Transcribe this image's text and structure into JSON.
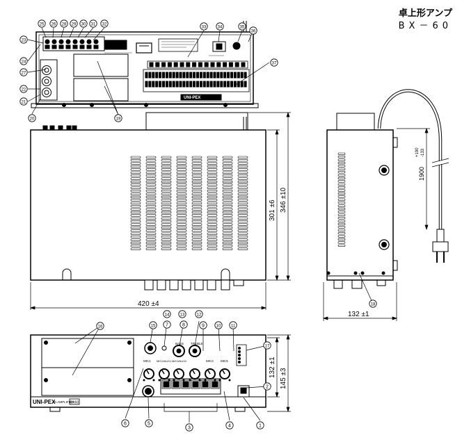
{
  "title": {
    "line1": "卓上形アンプ",
    "line2": "BX－60"
  },
  "dimensions": {
    "front_width": "420 ±4",
    "depth_301": "301 ±6",
    "depth_346": "346 ±10",
    "side_width": "132 ±1",
    "cord_length": "1900",
    "cord_tol_plus": "+190",
    "cord_tol_minus": "-133",
    "front_h_132": "132 ±1",
    "front_h_145": "145 ±3"
  },
  "front_panel": {
    "brand": "UNI-PEX",
    "model_text": "PA AMPLIFIER",
    "model_box": "BX60",
    "knob_labels": [
      "MIC1",
      "MIC2/AUX1",
      "MIC3/AUX2",
      "BASS",
      "TREBLE",
      "MIC4",
      "MIC5"
    ]
  },
  "rear_panel": {
    "badge": "UNI-PEX"
  },
  "callouts": [
    "1",
    "2",
    "3",
    "4",
    "5",
    "6",
    "7",
    "8",
    "9",
    "10",
    "11",
    "12",
    "13",
    "14",
    "15",
    "16",
    "17",
    "18",
    "19",
    "20",
    "21",
    "22",
    "23",
    "24",
    "25",
    "26",
    "27",
    "28",
    "29",
    "30",
    "31",
    "32",
    "33",
    "34",
    "35",
    "36",
    "37"
  ]
}
